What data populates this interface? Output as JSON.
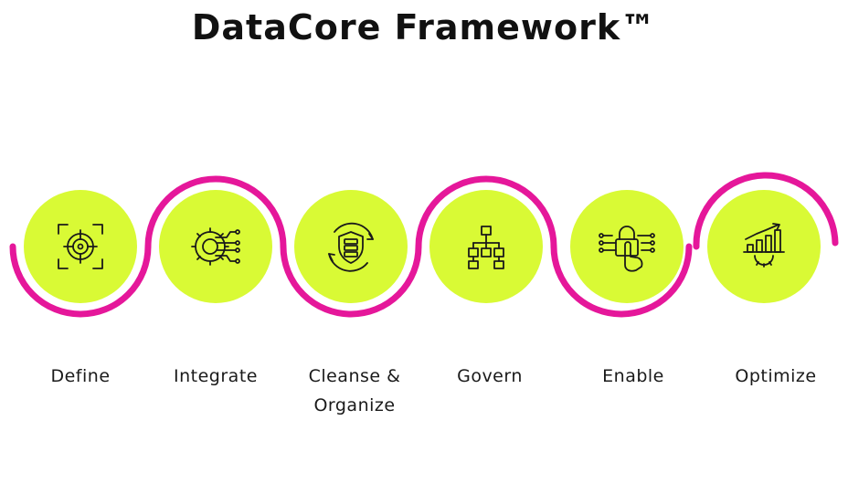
{
  "title": "DataCore Framework™",
  "colors": {
    "circle_fill": "#d9fa35",
    "arc_stroke": "#e5179a",
    "icon_stroke": "#1a1a1a",
    "text": "#111111"
  },
  "steps": [
    {
      "label": "Define",
      "icon": "target-focus-icon"
    },
    {
      "label": "Integrate",
      "icon": "gear-circuit-icon"
    },
    {
      "label": "Cleanse & Organize",
      "icon": "database-shield-icon"
    },
    {
      "label": "Govern",
      "icon": "hierarchy-icon"
    },
    {
      "label": "Enable",
      "icon": "lock-circuit-hand-icon"
    },
    {
      "label": "Optimize",
      "icon": "growth-chart-gear-icon"
    }
  ]
}
